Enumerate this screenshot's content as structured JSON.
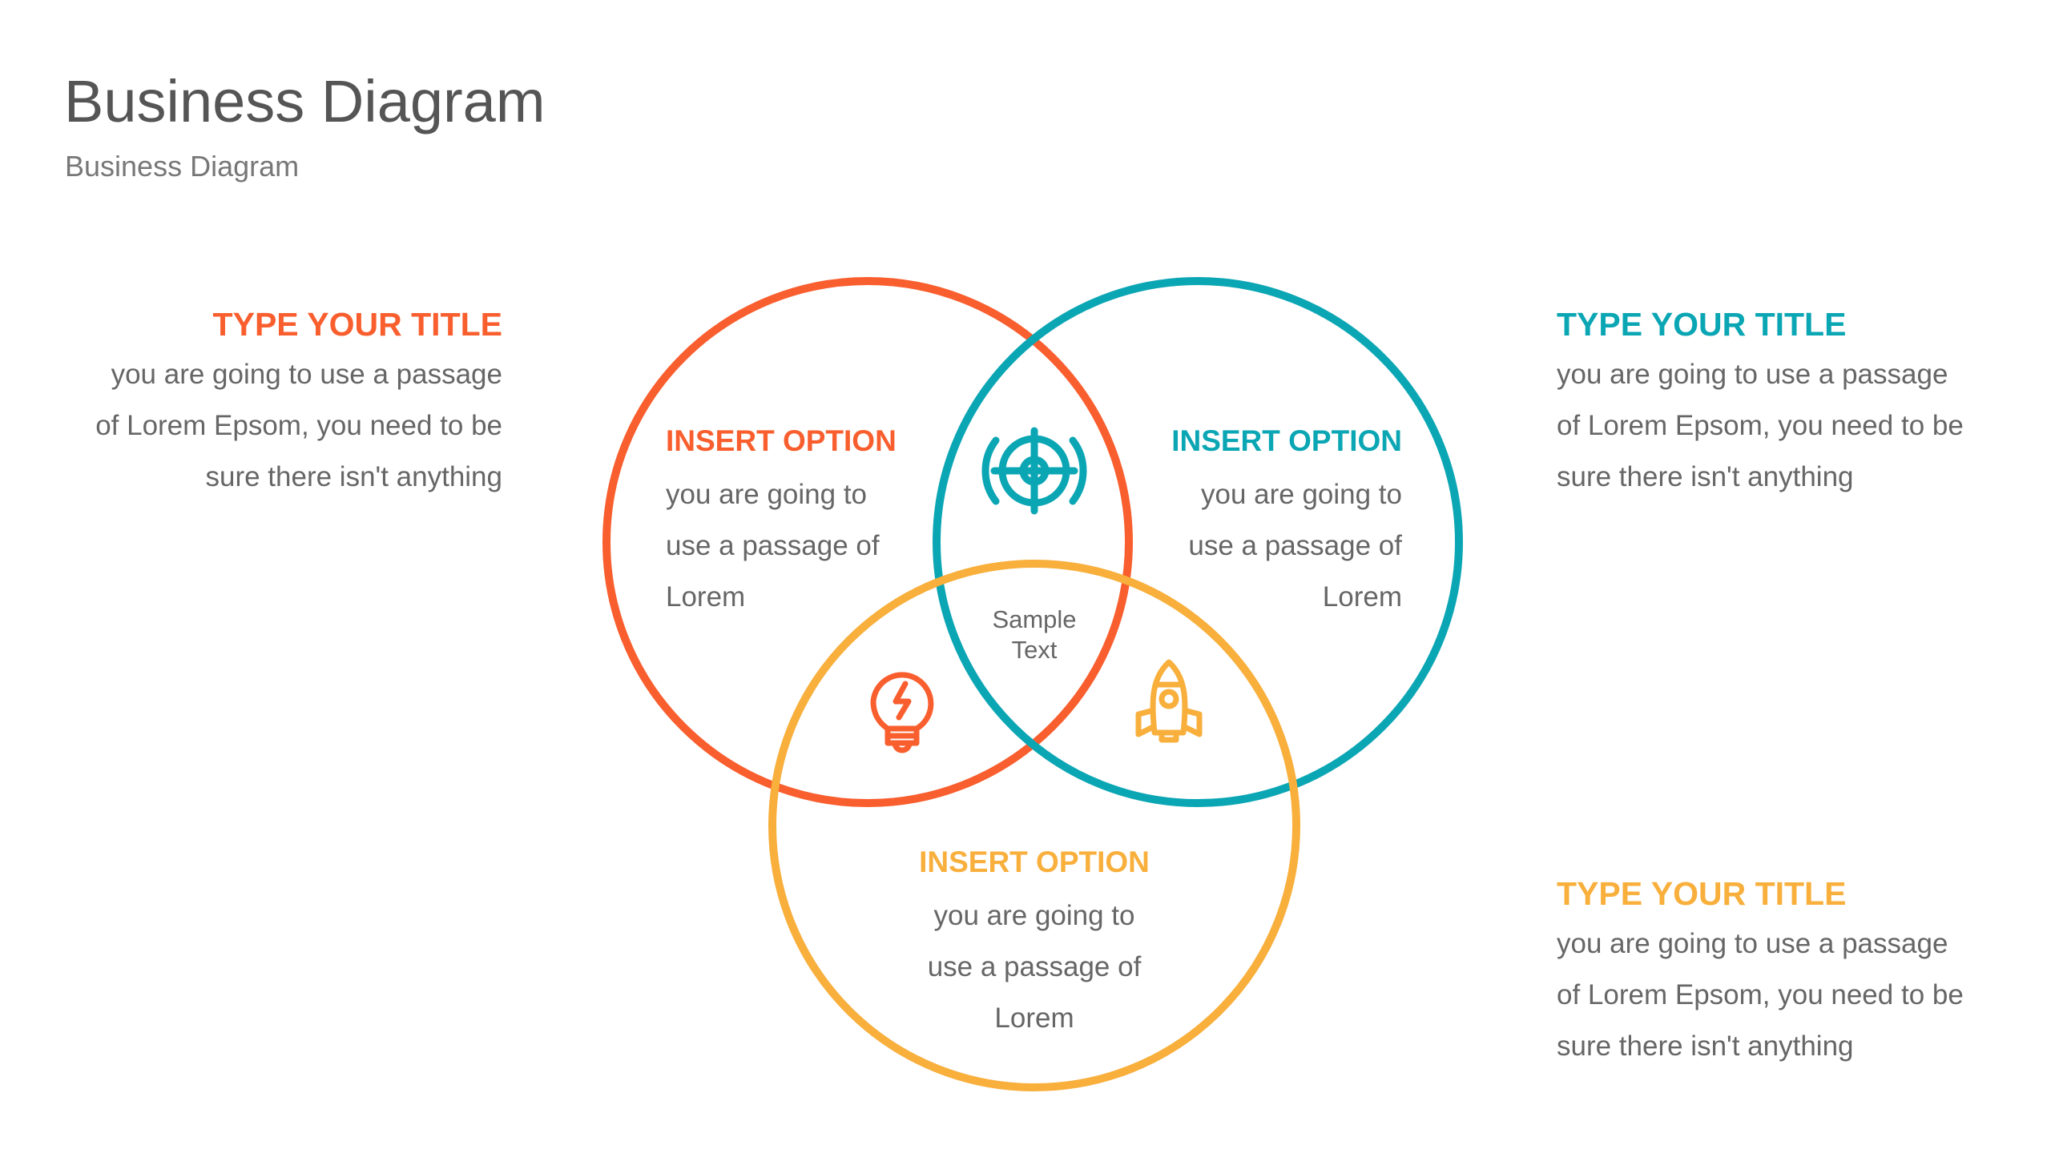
{
  "header": {
    "title": "Business Diagram",
    "subtitle": "Business Diagram"
  },
  "colors": {
    "orange": "#F95E2E",
    "teal": "#0BA6B4",
    "yellow": "#F8AF3C",
    "text": "#666666"
  },
  "left_block": {
    "title": "TYPE YOUR TITLE",
    "lines": [
      "you are going to use a passage",
      "of Lorem Epsom, you need to be",
      "sure there isn't anything"
    ]
  },
  "right_top_block": {
    "title": "TYPE YOUR TITLE",
    "lines": [
      "you are going to use a passage",
      "of Lorem Epsom, you need to be",
      "sure there isn't anything"
    ]
  },
  "right_bottom_block": {
    "title": "TYPE YOUR TITLE",
    "lines": [
      "you are going to use a passage",
      "of Lorem Epsom, you need to be",
      "sure there isn't anything"
    ]
  },
  "venn": {
    "orange": {
      "title": "INSERT OPTION",
      "lines": [
        "you are going to",
        "use a passage of",
        "Lorem"
      ],
      "icon": "lightbulb-icon"
    },
    "teal": {
      "title": "INSERT OPTION",
      "lines": [
        "you are going to",
        "use a passage of",
        "Lorem"
      ],
      "icon": "target-icon"
    },
    "yellow": {
      "title": "INSERT OPTION",
      "lines": [
        "you are going to",
        "use a passage of",
        "Lorem"
      ],
      "icon": "rocket-icon"
    },
    "center": {
      "lines": [
        "Sample",
        "Text"
      ]
    }
  }
}
